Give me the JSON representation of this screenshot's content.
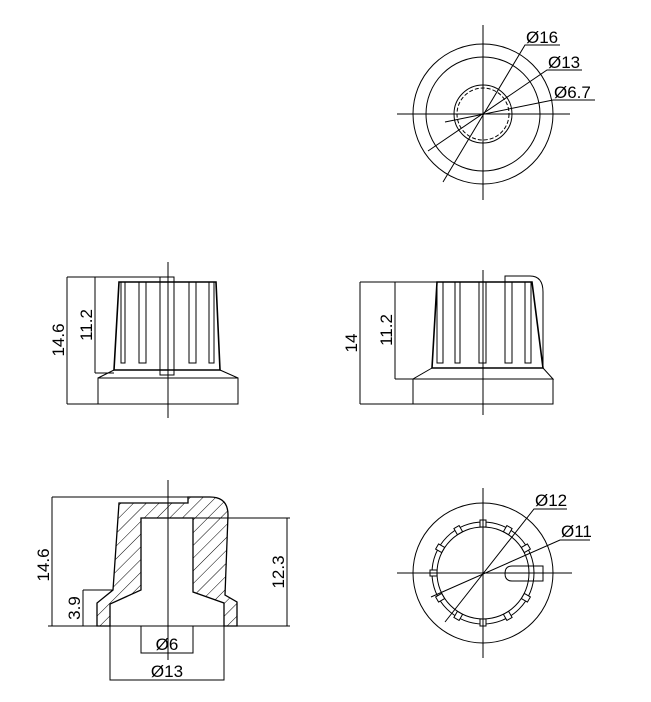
{
  "top_view": {
    "d_outer": "Ø16",
    "d_mid": "Ø13",
    "d_bore": "Ø6.7"
  },
  "side_view_left": {
    "height_total": "14.6",
    "height_ribs": "11.2"
  },
  "side_view_right": {
    "height_total": "14",
    "height_ribs": "11.2"
  },
  "section_view": {
    "height_total": "14.6",
    "height_skirt": "3.9",
    "bore_depth": "12.3",
    "d_bore": "Ø6",
    "d_base": "Ø13"
  },
  "bottom_view": {
    "d_outer": "Ø12",
    "d_inner": "Ø11"
  }
}
